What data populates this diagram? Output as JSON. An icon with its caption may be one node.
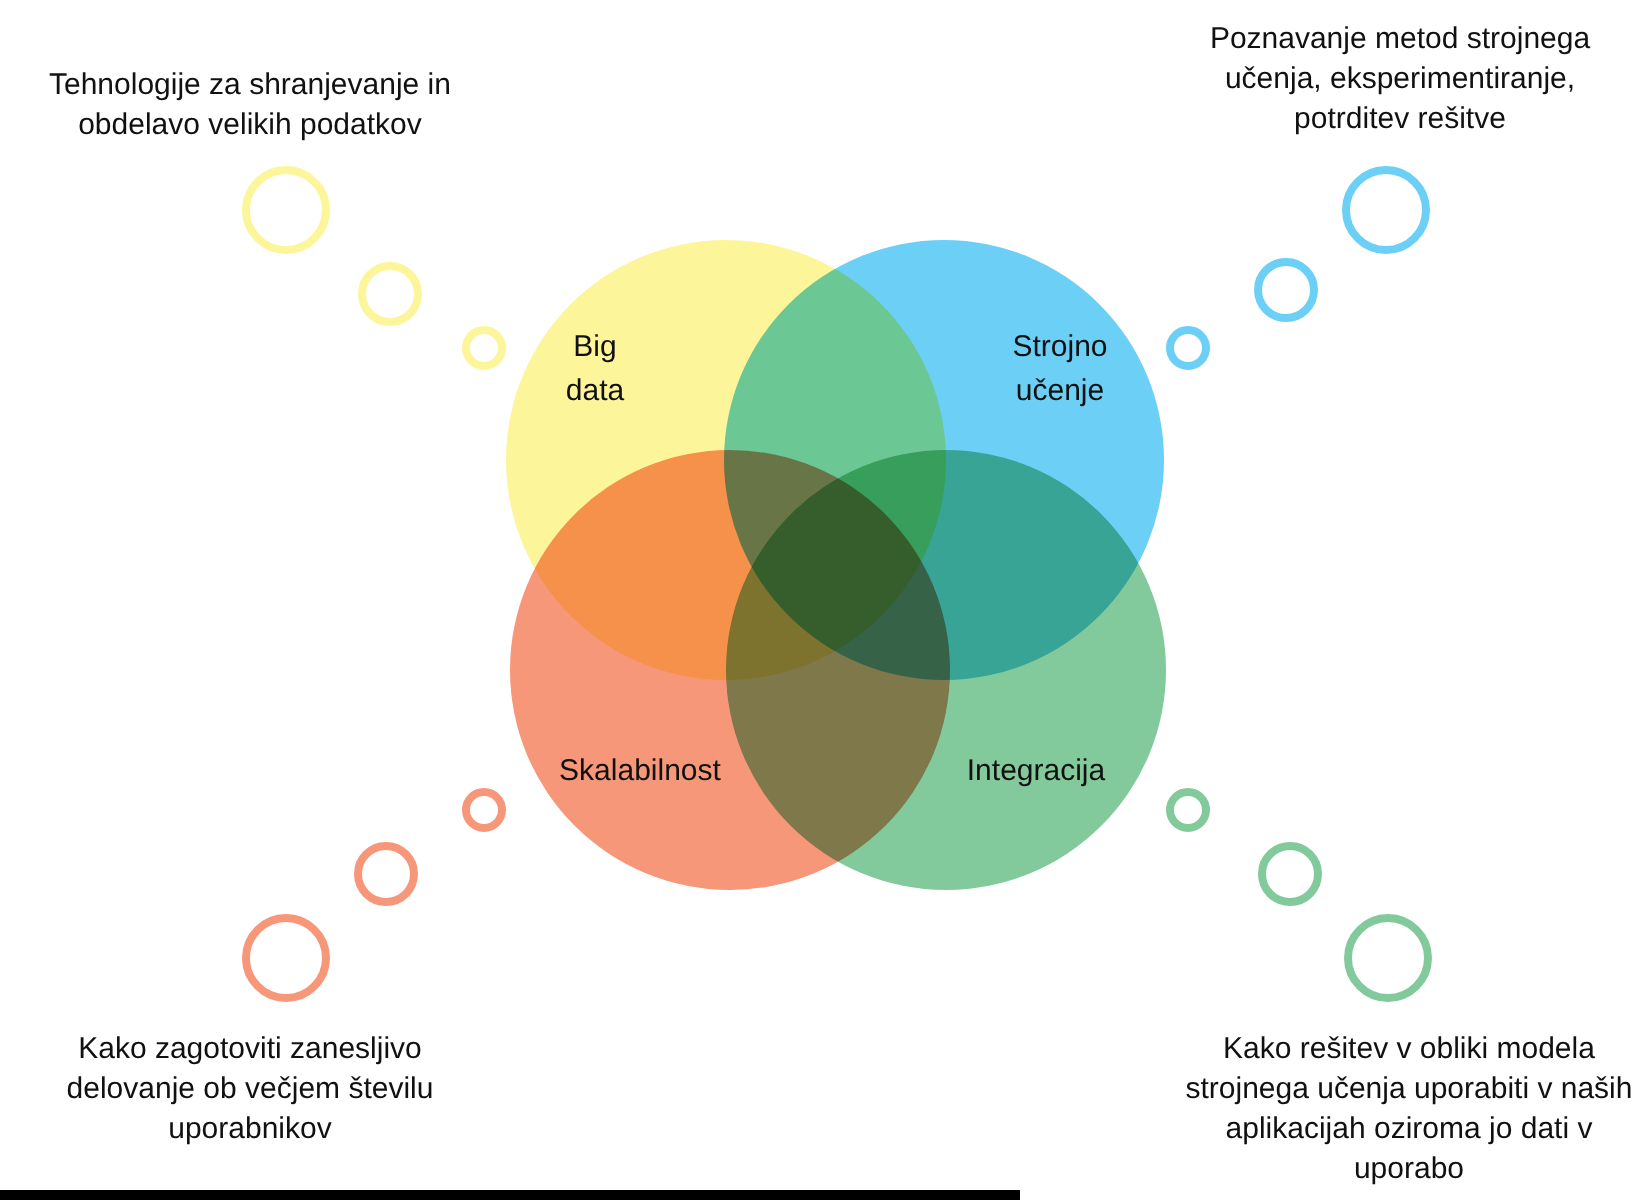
{
  "diagram": {
    "nodes": [
      {
        "text": [
          "Big data"
        ]
      },
      {
        "text": [
          "Strojno učenje"
        ]
      },
      {
        "text": [
          "Skalabilnost"
        ]
      },
      {
        "text": [
          "Integracija"
        ]
      }
    ],
    "labels": [
      "Tehnologije za shranjevanje in obdelavo velikih podatkov",
      "Poznavanje metod strojnega učenja, eksperimentiranje, potrditev rešitve",
      "Kako zagotoviti zanesljivo delovanje ob večjem številu uporabnikov",
      "Kako rešitev v obliki modela strojnega učenja uporabiti v naših aplikacijah oziroma jo dati v uporabo"
    ]
  }
}
